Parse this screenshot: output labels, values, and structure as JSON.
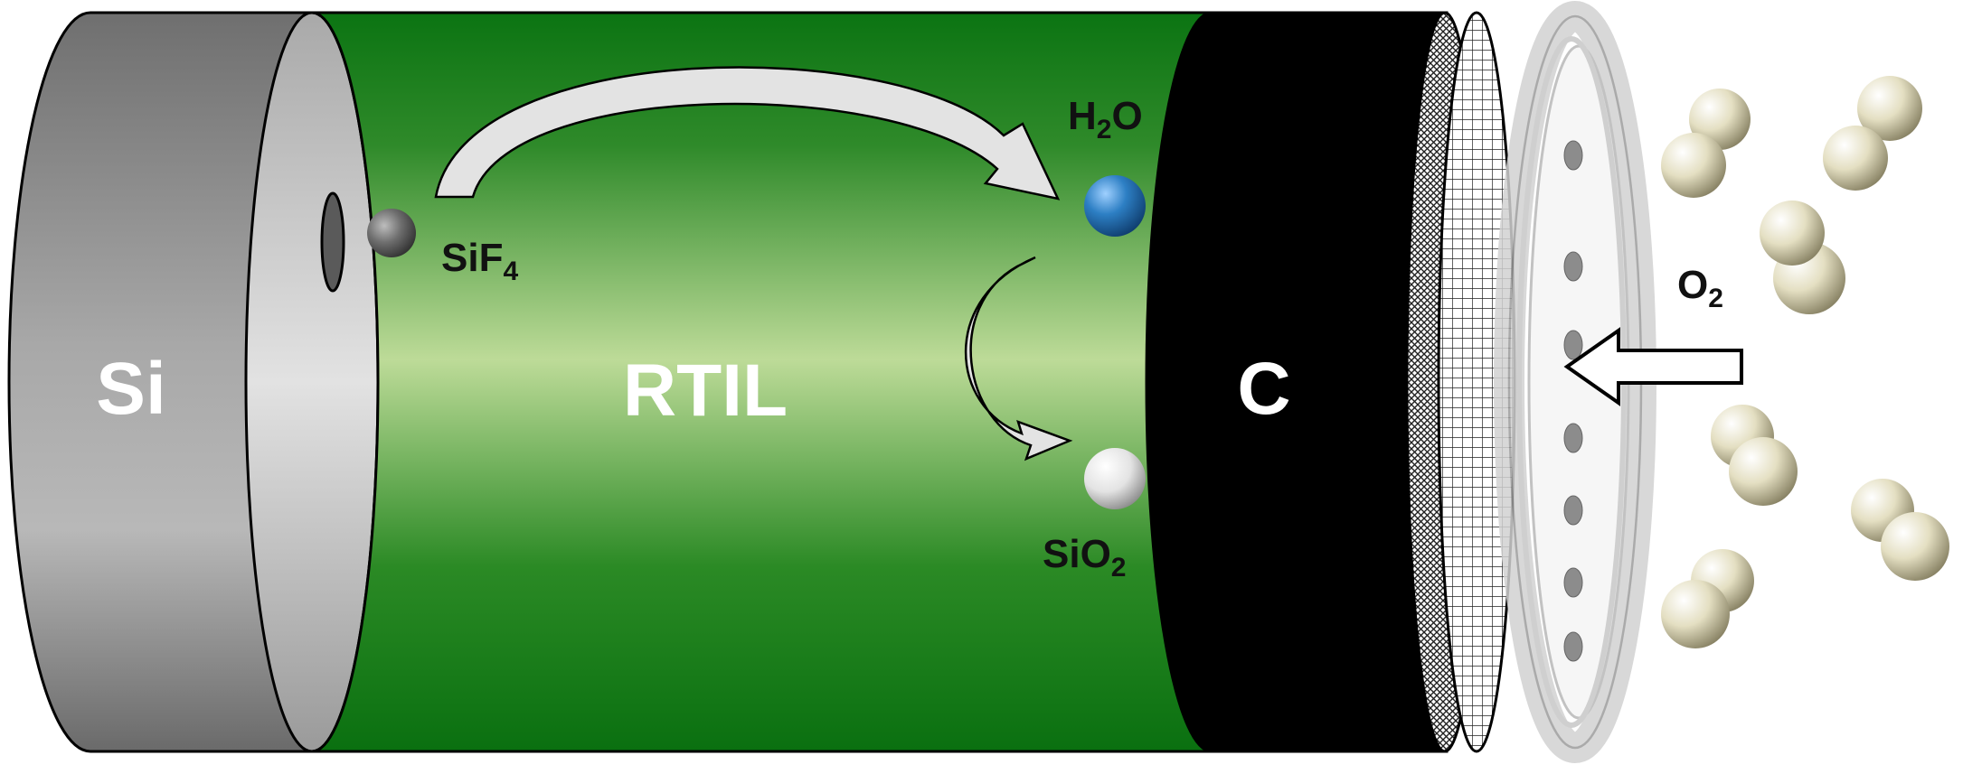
{
  "labels": {
    "si": "Si",
    "rtil": "RTIL",
    "c": "C"
  },
  "species": {
    "sif4": {
      "base": "SiF",
      "sub": "4"
    },
    "h2o": {
      "pre": "H",
      "sub": "2",
      "post": "O"
    },
    "sio2": {
      "base": "SiO",
      "sub": "2"
    },
    "o2": {
      "base": "O",
      "sub": "2"
    }
  },
  "colors": {
    "electrolyte_green_dark": "#0a7a12",
    "electrolyte_green_light": "#b7d78e",
    "silicon_gray": "#8a8a8a",
    "carbon_black": "#000000",
    "water_blue": "#2d7fc4",
    "oxygen_beige": "#e4dfc2"
  }
}
